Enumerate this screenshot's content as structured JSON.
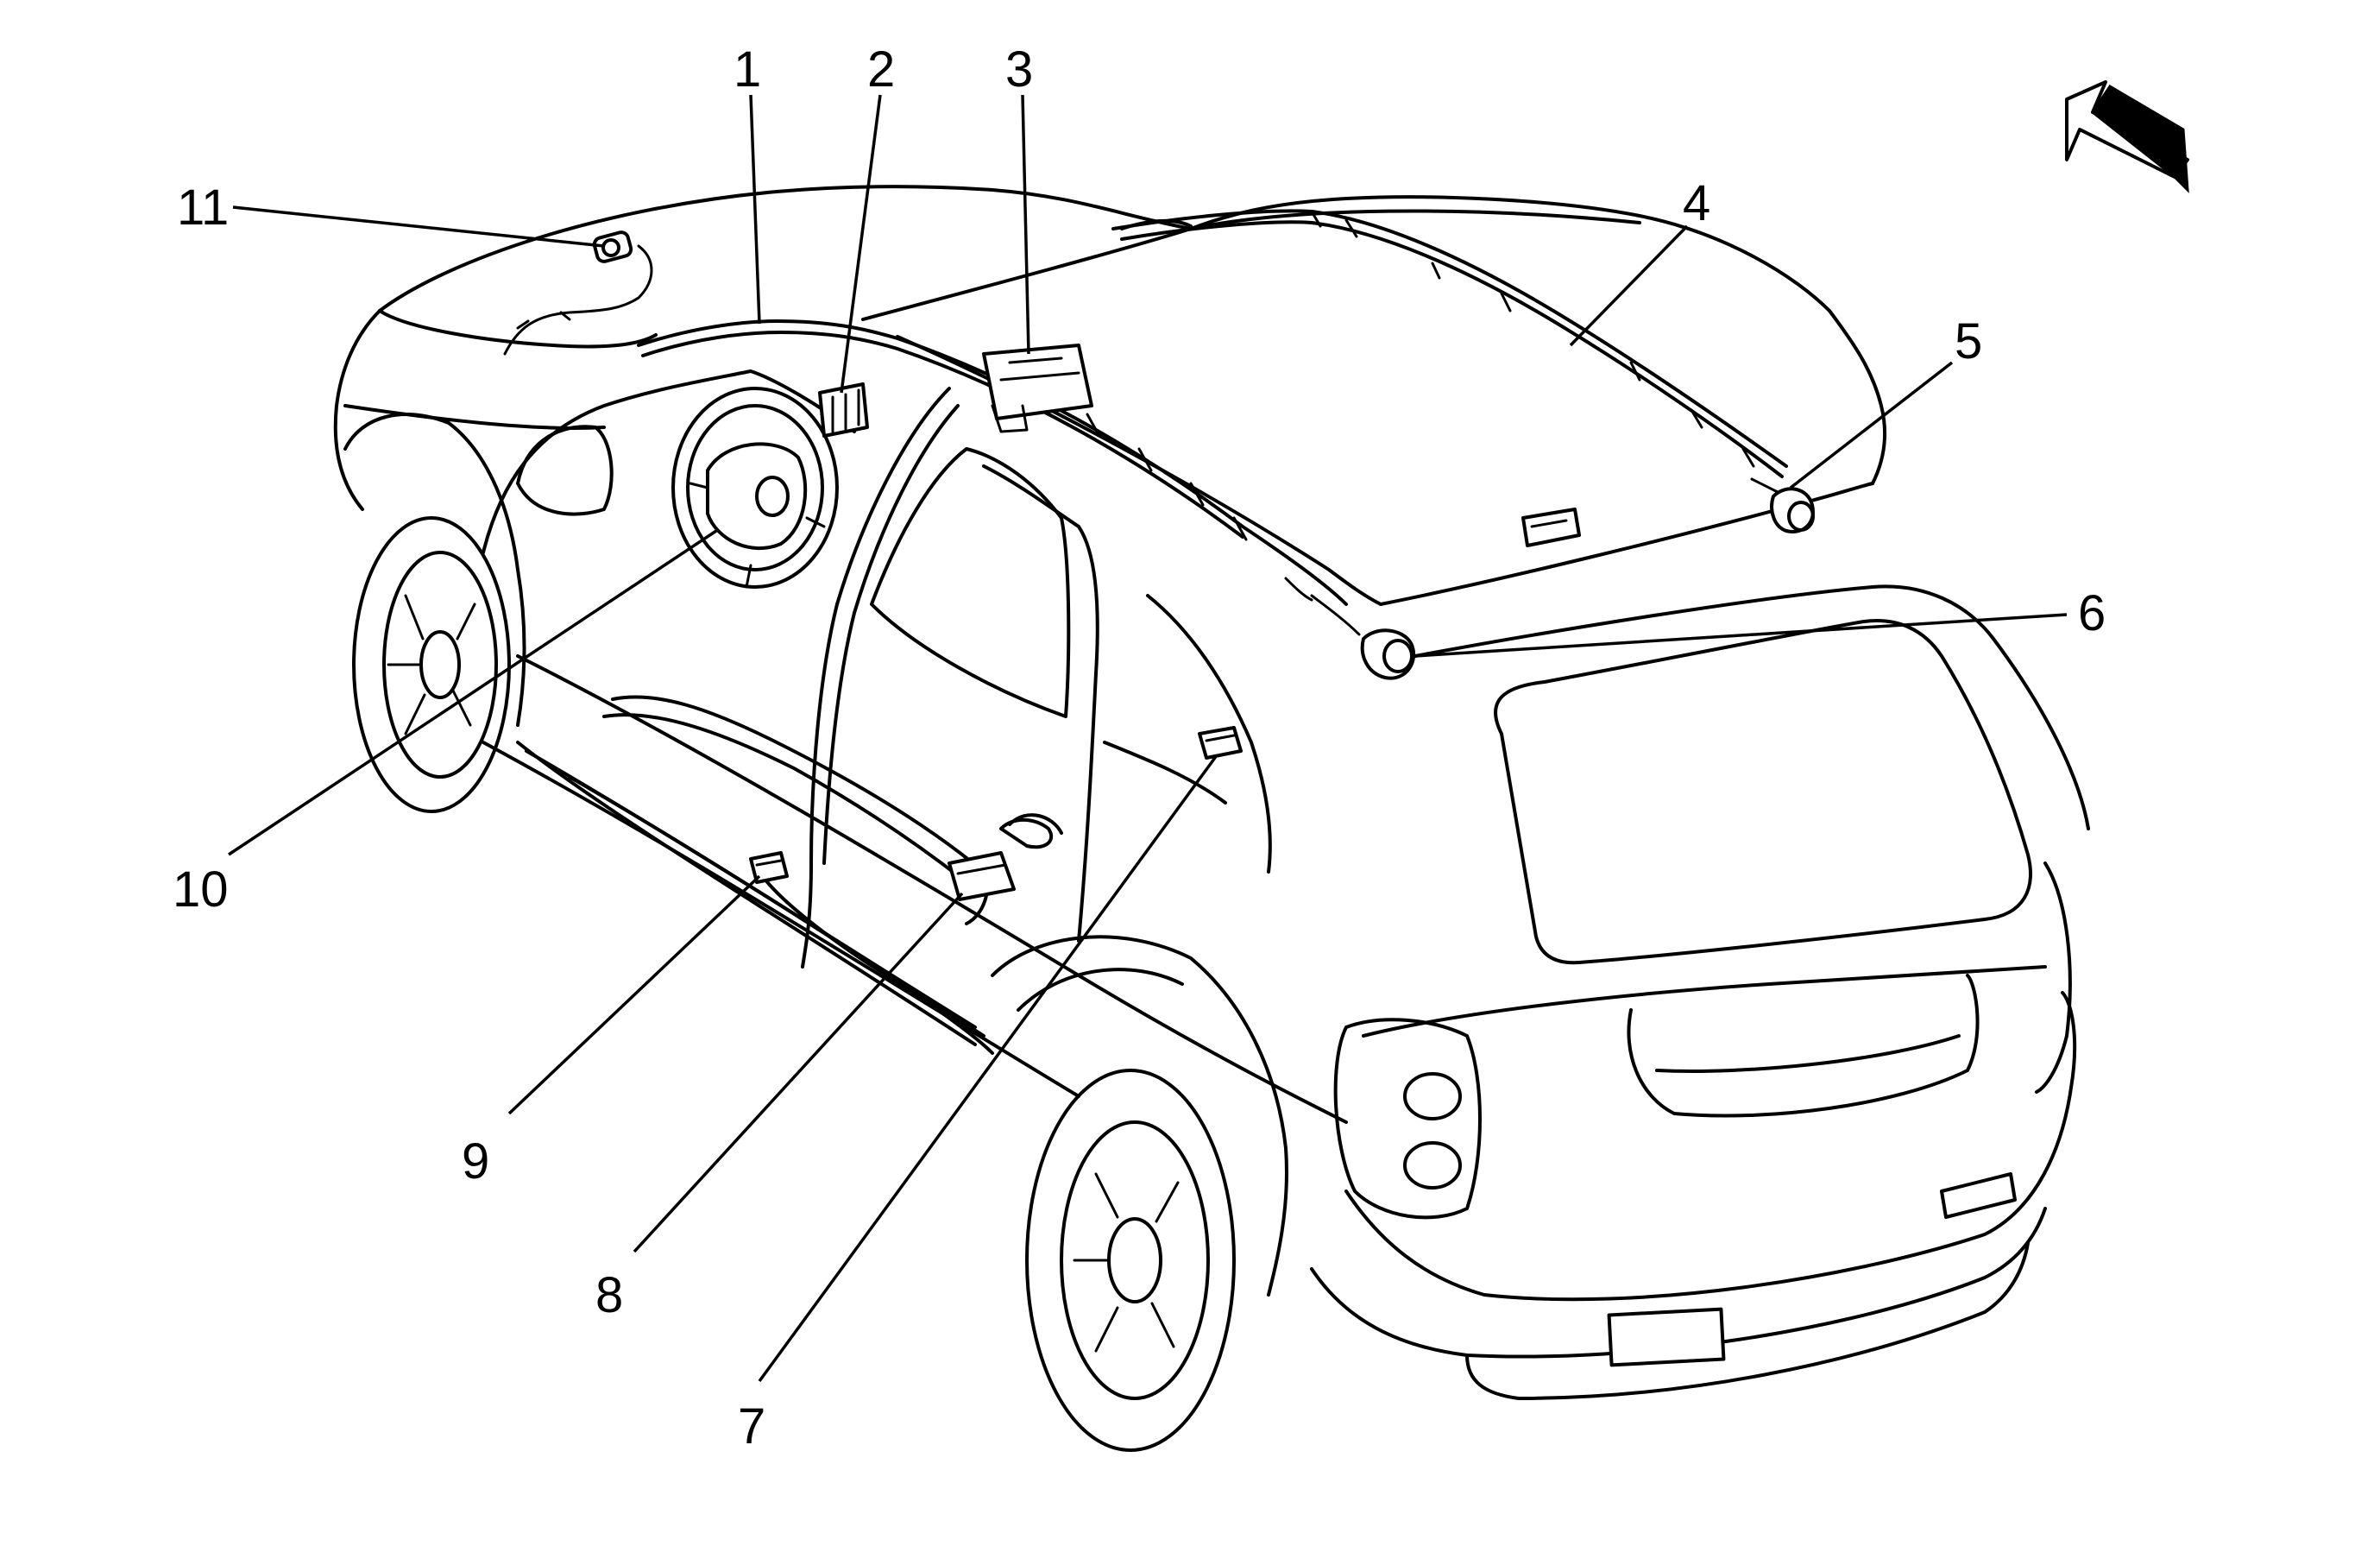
{
  "callouts": {
    "c1": "1",
    "c2": "2",
    "c3": "3",
    "c4": "4",
    "c5": "5",
    "c6": "6",
    "c7": "7",
    "c8": "8",
    "c9": "9",
    "c10": "10",
    "c11": "11"
  },
  "icons": {
    "direction_arrow": "front-direction-arrow-icon"
  }
}
